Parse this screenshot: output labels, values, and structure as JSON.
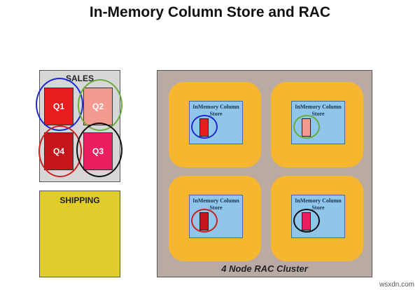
{
  "title": "In-Memory Column Store and RAC",
  "sales": {
    "label": "SALES",
    "quarters": [
      {
        "label": "Q1",
        "fill": "#e81c1c",
        "ring": "#1c2ad6"
      },
      {
        "label": "Q2",
        "fill": "#f49a8e",
        "ring": "#6aab3a"
      },
      {
        "label": "Q4",
        "fill": "#c4151b",
        "ring": "#cc1f1f"
      },
      {
        "label": "Q3",
        "fill": "#ec1f5e",
        "ring": "#111111"
      }
    ]
  },
  "shipping": {
    "label": "SHIPPING"
  },
  "cluster": {
    "label": "4 Node RAC Cluster",
    "nodes": [
      {
        "store_label": "InMemory Column Store",
        "chunk_color": "#e81c1c",
        "ring": "#1c2ad6"
      },
      {
        "store_label": "InMemory Column Store",
        "chunk_color": "#f49a8e",
        "ring": "#6aab3a"
      },
      {
        "store_label": "InMemory Column Store",
        "chunk_color": "#c4151b",
        "ring": "#cc1f1f"
      },
      {
        "store_label": "InMemory Column Store",
        "chunk_color": "#ec1f5e",
        "ring": "#111111"
      }
    ]
  },
  "watermark": "wsxdn.com"
}
